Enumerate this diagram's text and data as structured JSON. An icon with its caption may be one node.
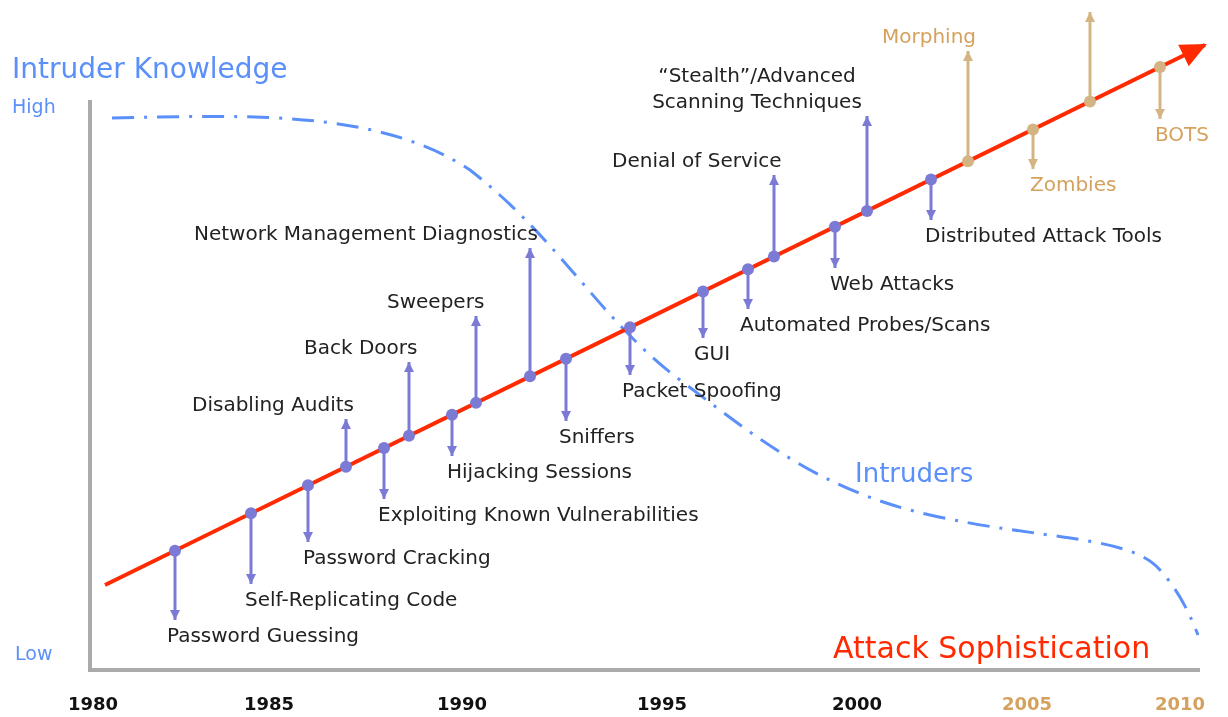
{
  "diagram": {
    "nodes": [
      {
        "text": [
          "Password Guessing"
        ]
      },
      {
        "text": [
          "Self-Replicating Code"
        ]
      },
      {
        "text": [
          "Password Cracking"
        ]
      },
      {
        "text": [
          "Disabling Audits"
        ]
      },
      {
        "text": [
          "Exploiting Known Vulnerabilities"
        ]
      },
      {
        "text": [
          "Back Doors"
        ]
      },
      {
        "text": [
          "Hijacking Sessions"
        ]
      },
      {
        "text": [
          "Sweepers"
        ]
      },
      {
        "text": [
          "Network Management Diagnostics"
        ]
      },
      {
        "text": [
          "Sniffers"
        ]
      },
      {
        "text": [
          "Packet Spoofing"
        ]
      },
      {
        "text": [
          "GUI"
        ]
      },
      {
        "text": [
          "Automated Probes/Scans"
        ]
      },
      {
        "text": [
          "Denial of Service"
        ]
      },
      {
        "text": [
          "Web Attacks"
        ]
      },
      {
        "text": [
          "“Stealth”/Advanced Scanning Techniques"
        ]
      },
      {
        "text": [
          "Distributed Attack Tools"
        ]
      },
      {
        "text": [
          "Morphing"
        ]
      },
      {
        "text": [
          "Zombies"
        ]
      },
      {
        "text": [
          "BOTS"
        ]
      }
    ],
    "edges": [
      {
        "from": null,
        "to": 0,
        "arrow": "to"
      },
      {
        "from": null,
        "to": 1,
        "arrow": "to"
      },
      {
        "from": null,
        "to": 2,
        "arrow": "to"
      },
      {
        "from": null,
        "to": 3,
        "arrow": "to"
      },
      {
        "from": null,
        "to": 4,
        "arrow": "to"
      },
      {
        "from": null,
        "to": 5,
        "arrow": "to"
      },
      {
        "from": null,
        "to": 6,
        "arrow": "to"
      },
      {
        "from": null,
        "to": 7,
        "arrow": "to"
      },
      {
        "from": null,
        "to": 8,
        "arrow": "to"
      },
      {
        "from": null,
        "to": 9,
        "arrow": "to"
      },
      {
        "from": null,
        "to": 10,
        "arrow": "to"
      },
      {
        "from": null,
        "to": 11,
        "arrow": "to"
      },
      {
        "from": null,
        "to": 12,
        "arrow": "to"
      },
      {
        "from": null,
        "to": 13,
        "arrow": "to"
      },
      {
        "from": null,
        "to": 14,
        "arrow": "to"
      },
      {
        "from": null,
        "to": 15,
        "arrow": "to"
      },
      {
        "from": null,
        "to": 16,
        "arrow": "to"
      },
      {
        "from": null,
        "to": 17,
        "arrow": "to",
        "color": "#d4b483"
      },
      {
        "from": null,
        "to": 18,
        "arrow": "to",
        "color": "#d4b483"
      },
      {
        "from": null,
        "to": 19,
        "arrow": "to",
        "color": "#d4b483"
      }
    ],
    "labels": [
      "Intruder Knowledge",
      "High",
      "Intruders",
      "Low",
      "Attack Sophistication",
      "1980",
      "1985",
      "1990",
      "1995",
      "2000",
      "2005",
      "2010"
    ]
  }
}
